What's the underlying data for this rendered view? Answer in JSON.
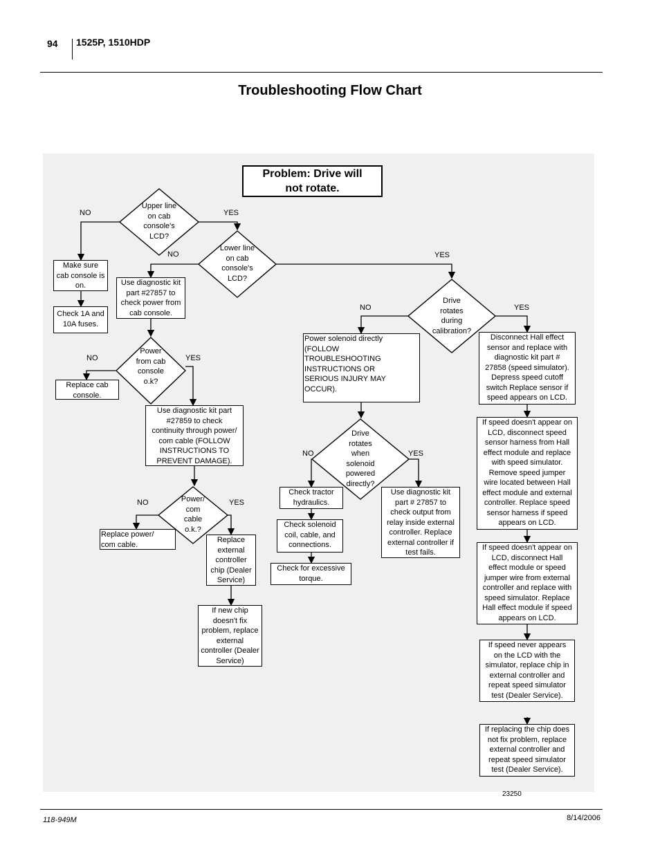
{
  "header": {
    "page_number": "94",
    "model": "1525P, 1510HDP"
  },
  "title": "Troubleshooting Flow Chart",
  "footer": {
    "doc_number": "118-949M",
    "date": "8/14/2006"
  },
  "figure_number": "23250",
  "problem": {
    "line1": "Problem:  Drive will",
    "line2": "not rotate."
  },
  "decisions": {
    "upper_lcd": [
      "Upper line",
      "on cab",
      "console's",
      "LCD?"
    ],
    "lower_lcd": [
      "Lower line",
      "on cab",
      "console's",
      "LCD?"
    ],
    "power_console": [
      "Power",
      "from cab",
      "console",
      "o.k?"
    ],
    "com_cable": [
      "Power/",
      "com",
      "cable",
      "o.k.?"
    ],
    "drive_calibration": [
      "Drive",
      "rotates",
      "during",
      "calibration?"
    ],
    "drive_solenoid": [
      "Drive",
      "rotates",
      "when",
      "solenoid",
      "powered",
      "directly?"
    ]
  },
  "labels": {
    "yes": "YES",
    "no": "NO"
  },
  "boxes": {
    "make_sure": [
      "Make sure",
      "cab console is",
      "on."
    ],
    "check_fuses": [
      "Check 1A and",
      "10A fuses."
    ],
    "use_kit_27857": [
      "Use diagnostic kit",
      "part #27857 to",
      "check power from",
      "cab console."
    ],
    "replace_console": [
      "Replace cab",
      "console."
    ],
    "use_kit_27859": [
      "Use diagnostic kit part",
      "#27859 to check",
      "continuity through power/",
      "com cable (FOLLOW",
      "INSTRUCTIONS TO",
      "PREVENT DAMAGE)."
    ],
    "replace_cable": [
      "Replace power/",
      "com cable."
    ],
    "replace_chip": [
      "Replace",
      "external",
      "controller",
      "chip (Dealer",
      "Service)"
    ],
    "new_chip": [
      "If new chip",
      "doesn't fix",
      "problem, replace",
      "external",
      "controller (Dealer",
      "Service)"
    ],
    "power_solenoid": [
      "Power solenoid directly",
      "(FOLLOW",
      "TROUBLESHOOTING",
      "INSTRUCTIONS OR",
      "SERIOUS INJURY MAY",
      "OCCUR)."
    ],
    "check_hydraulics": [
      "Check tractor",
      "hydraulics."
    ],
    "check_solenoid": [
      "Check solenoid",
      "coil, cable, and",
      "connections."
    ],
    "check_torque": [
      "Check for excessive",
      "torque."
    ],
    "use_kit_output": [
      "Use diagnostic kit",
      "part # 27857 to",
      "check output from",
      "relay inside external",
      "controller.  Replace",
      "external controller if",
      "test fails."
    ],
    "disconnect_hall": [
      "Disconnect Hall effect",
      "sensor and replace with",
      "diagnostic kit part #",
      "27858 (speed simulator).",
      "Depress speed cutoff",
      "switch  Replace sensor if",
      "speed appears on LCD."
    ],
    "speed_1": [
      "If speed doesn't appear on",
      "LCD, disconnect speed",
      "sensor harness from Hall",
      "effect module and replace",
      "with speed simulator.",
      "Remove speed jumper",
      "wire located between Hall",
      "effect module and external",
      "controller.  Replace speed",
      "sensor harness if speed",
      "appears on LCD."
    ],
    "speed_2": [
      "If speed doesn't appear on",
      "LCD, disconnect Hall",
      "effect module or speed",
      "jumper wire from external",
      "controller and replace with",
      "speed simulator.  Replace",
      "Hall effect module if speed",
      "appears on LCD."
    ],
    "speed_3": [
      "If speed never appears",
      "on the LCD with the",
      "simulator, replace chip in",
      "external controller and",
      "repeat speed simulator",
      "test (Dealer Service)."
    ],
    "speed_4": [
      "If replacing the chip does",
      "not fix problem, replace",
      "external controller and",
      "repeat speed simulator",
      "test (Dealer Service)."
    ]
  }
}
